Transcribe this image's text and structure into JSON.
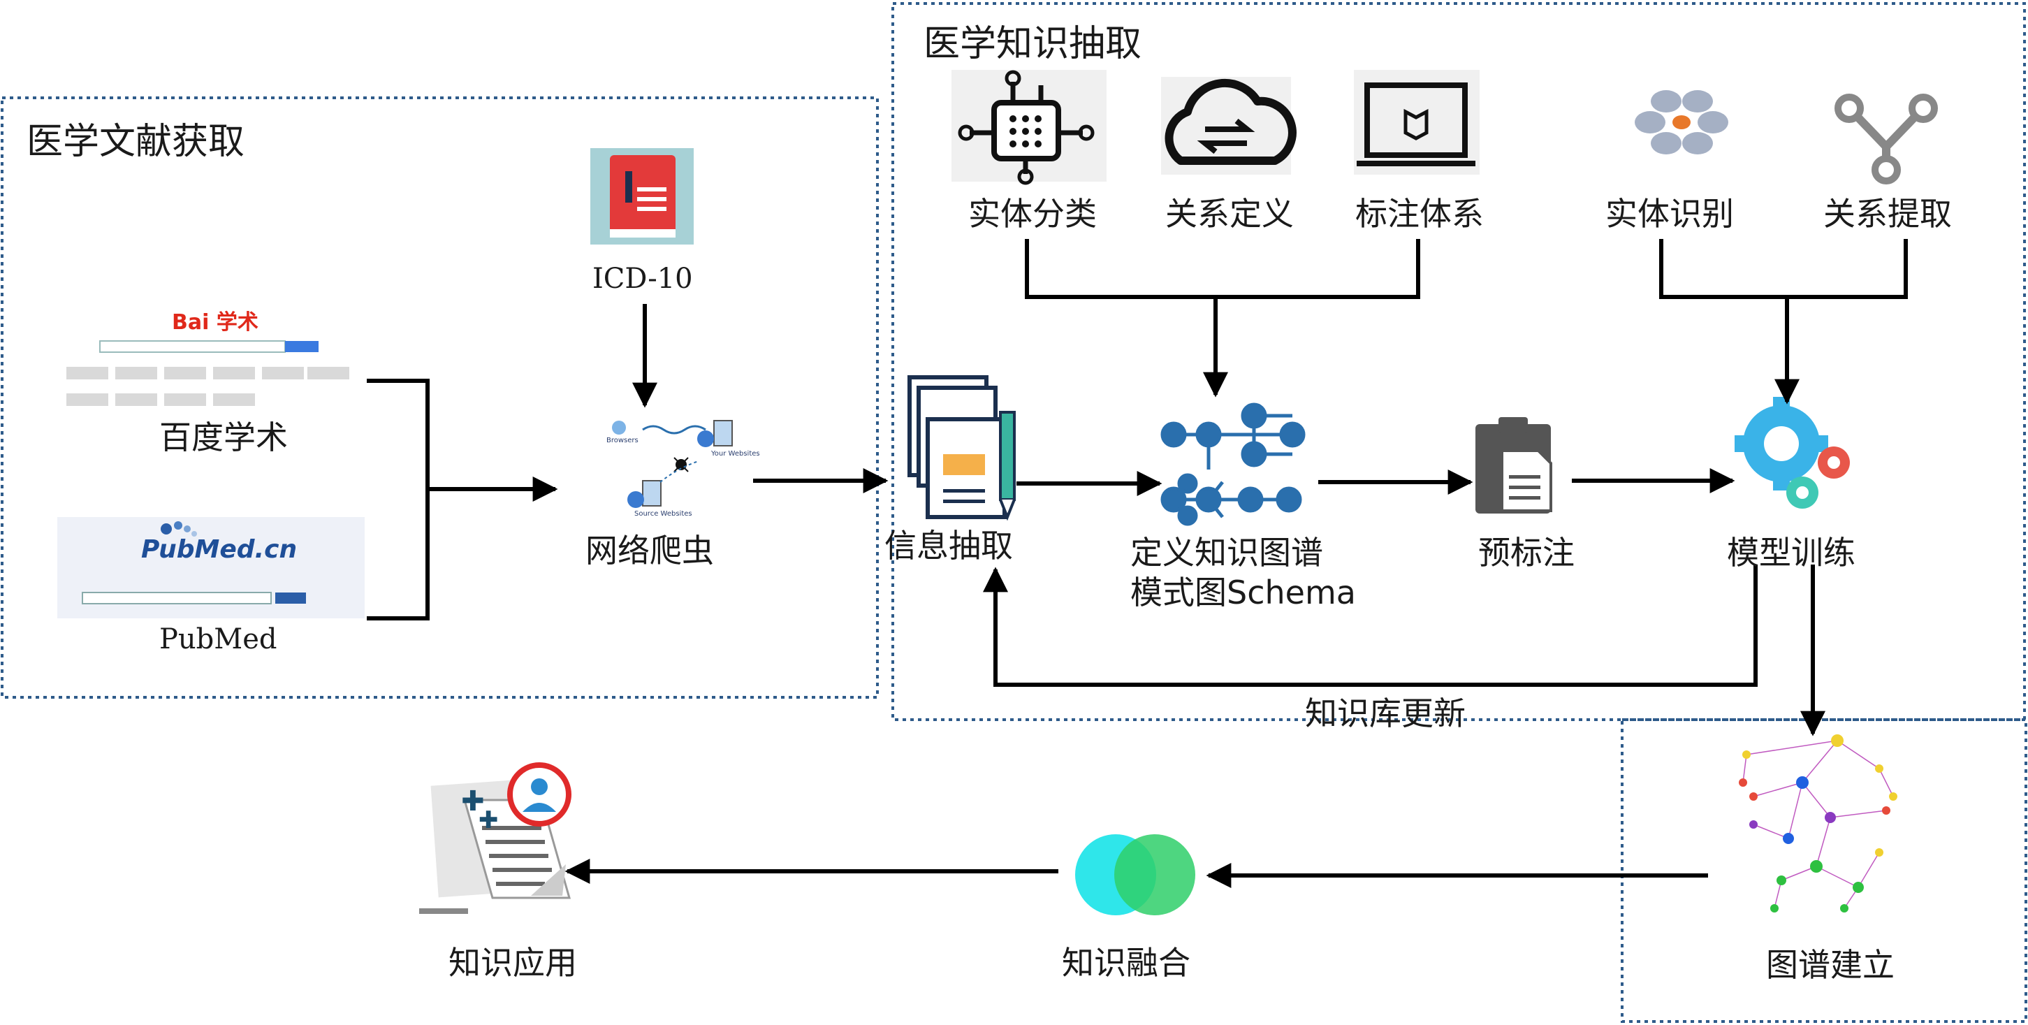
{
  "groups": {
    "literature": "医学文献获取",
    "extraction": "医学知识抽取"
  },
  "sources": {
    "baidu_logo": "Bai 学术",
    "baidu": "百度学术",
    "pubmed_logo": "PubMed.cn",
    "pubmed": "PubMed",
    "icd": "ICD-10",
    "crawler": "网络爬虫",
    "crawler_browsers": "Browsers",
    "crawler_your": "Your Websites",
    "crawler_source": "Source Websites"
  },
  "design": {
    "entity_class": "实体分类",
    "relation_def": "关系定义",
    "annotation_sys": "标注体系",
    "entity_recog": "实体识别",
    "relation_extract": "关系提取"
  },
  "pipeline": {
    "info_extract": "信息抽取",
    "schema_line1": "定义知识图谱",
    "schema_line2": "模式图Schema",
    "pre_annotate": "预标注",
    "model_train": "模型训练",
    "kb_update": "知识库更新"
  },
  "outputs": {
    "graph_build": "图谱建立",
    "fusion": "知识融合",
    "application": "知识应用"
  },
  "colors": {
    "group_border": "#2e5b8a",
    "arrow": "#000000",
    "node_blue": "#2a6fad",
    "gear_blue": "#3ab3e8",
    "gear_red": "#e8574a",
    "gear_teal": "#3fc9b5",
    "fusion_cyan": "#2fe6ea",
    "fusion_green": "#2fcf6a",
    "book_red": "#e33a3a"
  }
}
